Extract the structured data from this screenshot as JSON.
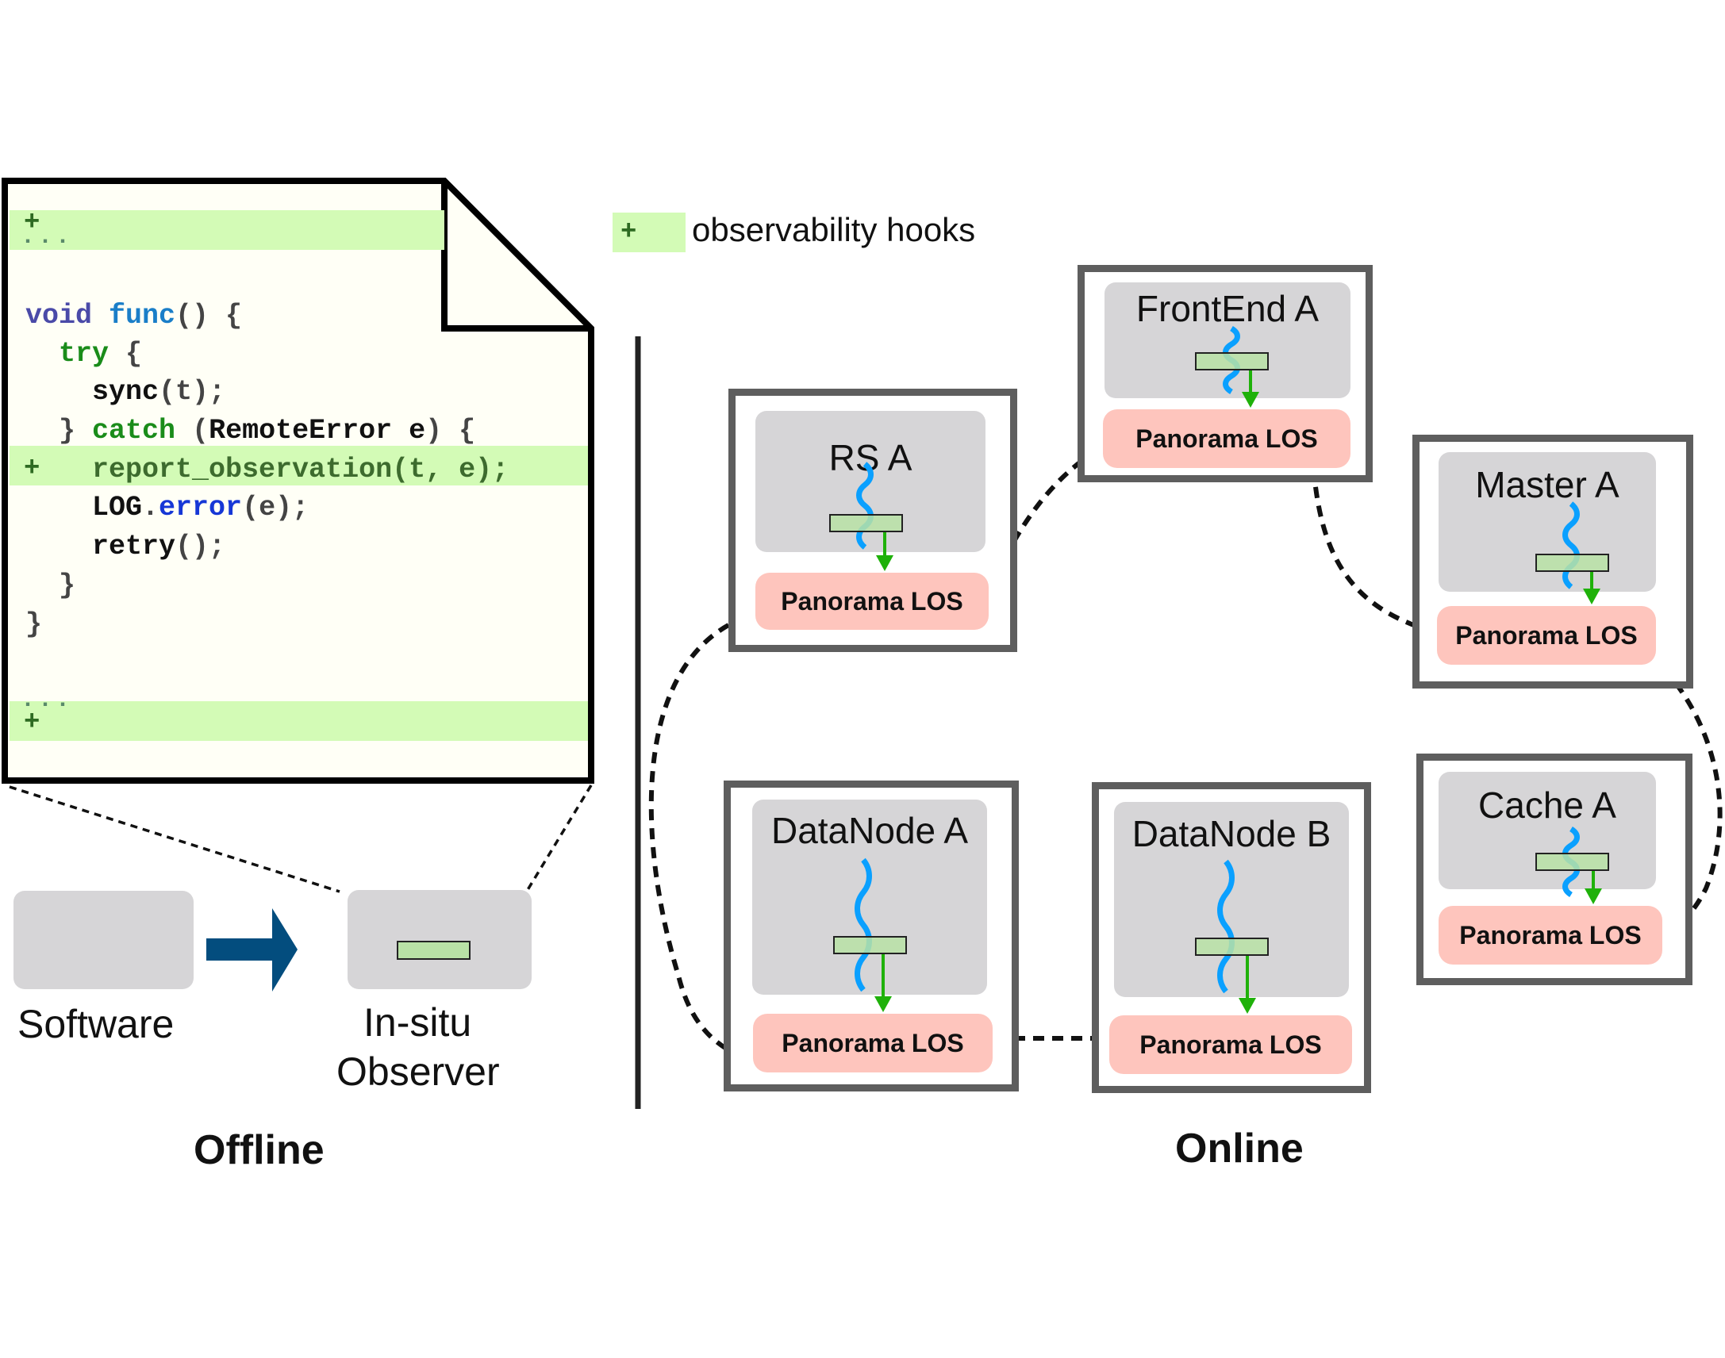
{
  "legend": {
    "plus_symbol": "+",
    "label": "observability hooks",
    "hook_color": "#d3fbb6"
  },
  "code": {
    "top_hook": {
      "plus": "+",
      "dots": "..."
    },
    "lines": [
      {
        "prefix": "",
        "segments": [
          {
            "text": "void ",
            "cls": "kw-void"
          },
          {
            "text": "func",
            "cls": "kw-func"
          },
          {
            "text": "() {",
            "cls": "kw-gray"
          }
        ]
      },
      {
        "prefix": "",
        "segments": [
          {
            "text": "  try",
            "cls": "kw-green"
          },
          {
            "text": " {",
            "cls": "kw-gray"
          }
        ]
      },
      {
        "prefix": "",
        "segments": [
          {
            "text": "    sync",
            "cls": ""
          },
          {
            "text": "(t);",
            "cls": "kw-gray"
          }
        ]
      },
      {
        "prefix": "",
        "segments": [
          {
            "text": "  } ",
            "cls": "kw-gray"
          },
          {
            "text": "catch",
            "cls": "kw-green"
          },
          {
            "text": " (",
            "cls": "kw-gray"
          },
          {
            "text": "RemoteError e",
            "cls": ""
          },
          {
            "text": ") {",
            "cls": "kw-gray"
          }
        ]
      },
      {
        "prefix": "+",
        "segments": [
          {
            "text": "    report_observation(t, e);",
            "cls": "kw-hook"
          }
        ]
      },
      {
        "prefix": "",
        "segments": [
          {
            "text": "    LOG",
            "cls": ""
          },
          {
            "text": ".",
            "cls": "kw-gray"
          },
          {
            "text": "error",
            "cls": "kw-blue"
          },
          {
            "text": "(e);",
            "cls": "kw-gray"
          }
        ]
      },
      {
        "prefix": "",
        "segments": [
          {
            "text": "    retry",
            "cls": ""
          },
          {
            "text": "();",
            "cls": "kw-gray"
          }
        ]
      },
      {
        "prefix": "",
        "segments": [
          {
            "text": "  }",
            "cls": "kw-gray"
          }
        ]
      },
      {
        "prefix": "",
        "segments": [
          {
            "text": "}",
            "cls": "kw-gray"
          }
        ]
      }
    ],
    "bottom_hook": {
      "plus": "+",
      "dots": "..."
    }
  },
  "offline": {
    "software_label": "Software",
    "observer_label_line1": "In-situ",
    "observer_label_line2": "Observer",
    "section_label": "Offline",
    "arrow_color": "#034d7e"
  },
  "online": {
    "section_label": "Online",
    "los_label": "Panorama LOS",
    "nodes": [
      {
        "id": "rs-a",
        "title": "RS A"
      },
      {
        "id": "frontend-a",
        "title": "FrontEnd A"
      },
      {
        "id": "master-a",
        "title": "Master A"
      },
      {
        "id": "cache-a",
        "title": "Cache A"
      },
      {
        "id": "datanode-a",
        "title": "DataNode A"
      },
      {
        "id": "datanode-b",
        "title": "DataNode B"
      }
    ]
  },
  "colors": {
    "los_fill": "#fec5bd",
    "component_fill": "#d6d5d7",
    "thread_color": "#0aa0ff",
    "report_arrow": "#1fb10a",
    "frame_border": "#5e5e5e"
  }
}
